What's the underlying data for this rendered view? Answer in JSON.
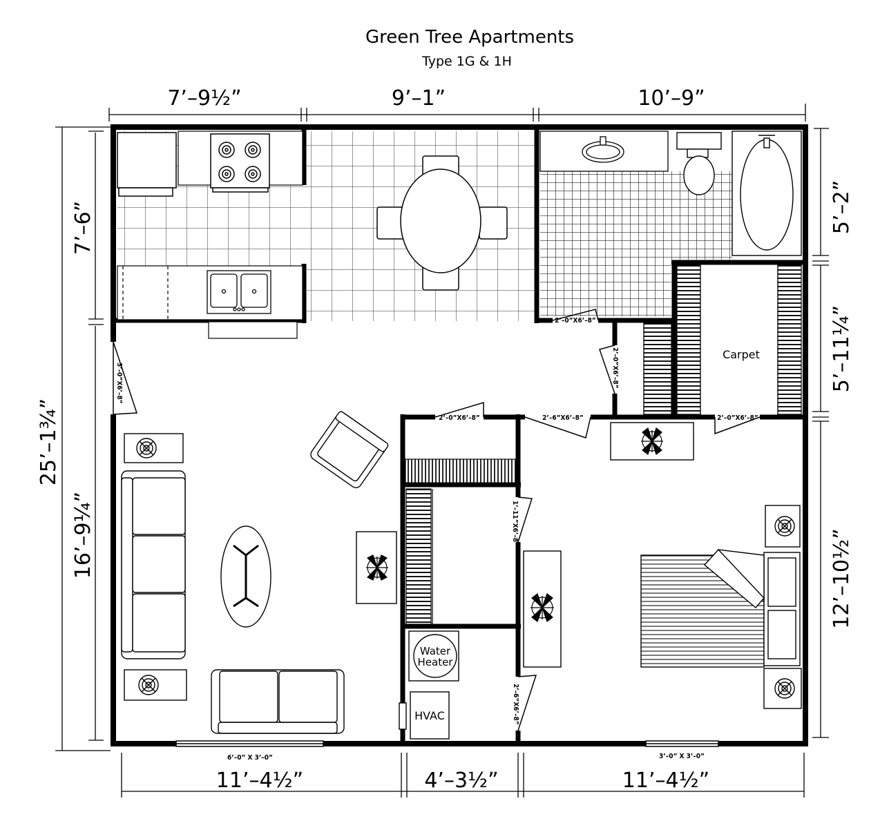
{
  "header": {
    "title": "Green Tree Apartments",
    "subtitle": "Type 1G & 1H"
  },
  "dimensions": {
    "top": [
      "7’–9½”",
      "9’–1”",
      "10’–9”"
    ],
    "bottom": [
      "11’–4½”",
      "4’–3½”",
      "11’–4½”"
    ],
    "left_overall": "25’–1¾”",
    "left_upper": "7’–6”",
    "left_lower": "16’–9¼”",
    "right": [
      "5’–2”",
      "5’–11¼”",
      "12’–10½”"
    ]
  },
  "doors": {
    "entry": "3’–0”X6’–8”",
    "bath": "2’–0”X6’–8”",
    "hall_closet": "2’–0”X6’–8”",
    "utility_closet": "2’–0”X6’–8”",
    "bedroom": "2’–6”X6’–8”",
    "walkin_closet": "2’–0”X6’–8”",
    "wardrobe_closet": "1’–11”X6’–8”",
    "mechanical": "2’–6”X6’–8”"
  },
  "windows": {
    "living": "6’–0” X 3’–0”",
    "bedroom": "3’–0” X 3’–0”"
  },
  "labels": {
    "carpet": "Carpet",
    "water_heater_1": "Water",
    "water_heater_2": "Heater",
    "hvac": "HVAC"
  }
}
